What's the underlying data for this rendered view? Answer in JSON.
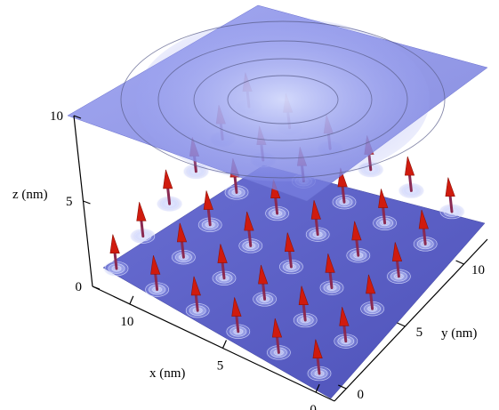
{
  "chart_data": {
    "type": "3d-surface",
    "title": "",
    "axes": {
      "x": {
        "label": "x (nm)",
        "ticks": [
          0,
          5,
          10
        ],
        "range": [
          -1,
          12
        ]
      },
      "y": {
        "label": "y (nm)",
        "ticks": [
          0,
          5,
          10
        ],
        "range": [
          -1,
          12
        ]
      },
      "z": {
        "label": "z (nm)",
        "ticks": [
          0,
          5,
          10
        ],
        "range": [
          0,
          10
        ]
      }
    },
    "planes": [
      {
        "name": "",
        "z": 0,
        "contours": "localized rings around each spin site"
      },
      {
        "name": "",
        "z": 10,
        "contours": "broad concentric rings centered on the lattice"
      }
    ],
    "spin_lattice": {
      "rows": 6,
      "cols": 6,
      "spacing_nm": 2,
      "x_positions": [
        0,
        2,
        4,
        6,
        8,
        10
      ],
      "y_positions": [
        0,
        2,
        4,
        6,
        8,
        10
      ],
      "arrow_length_nm": 2,
      "arrow_direction": "+z"
    },
    "colors": {
      "plane_bottom": "#5659c4",
      "plane_top": "#7d86e6",
      "contour_top": "#5b5f8c",
      "contour_bottom": "#dfe3ff",
      "arrow_head": "#d01b0e",
      "arrow_shaft": "#8a2a52",
      "axis": "#000000"
    }
  }
}
